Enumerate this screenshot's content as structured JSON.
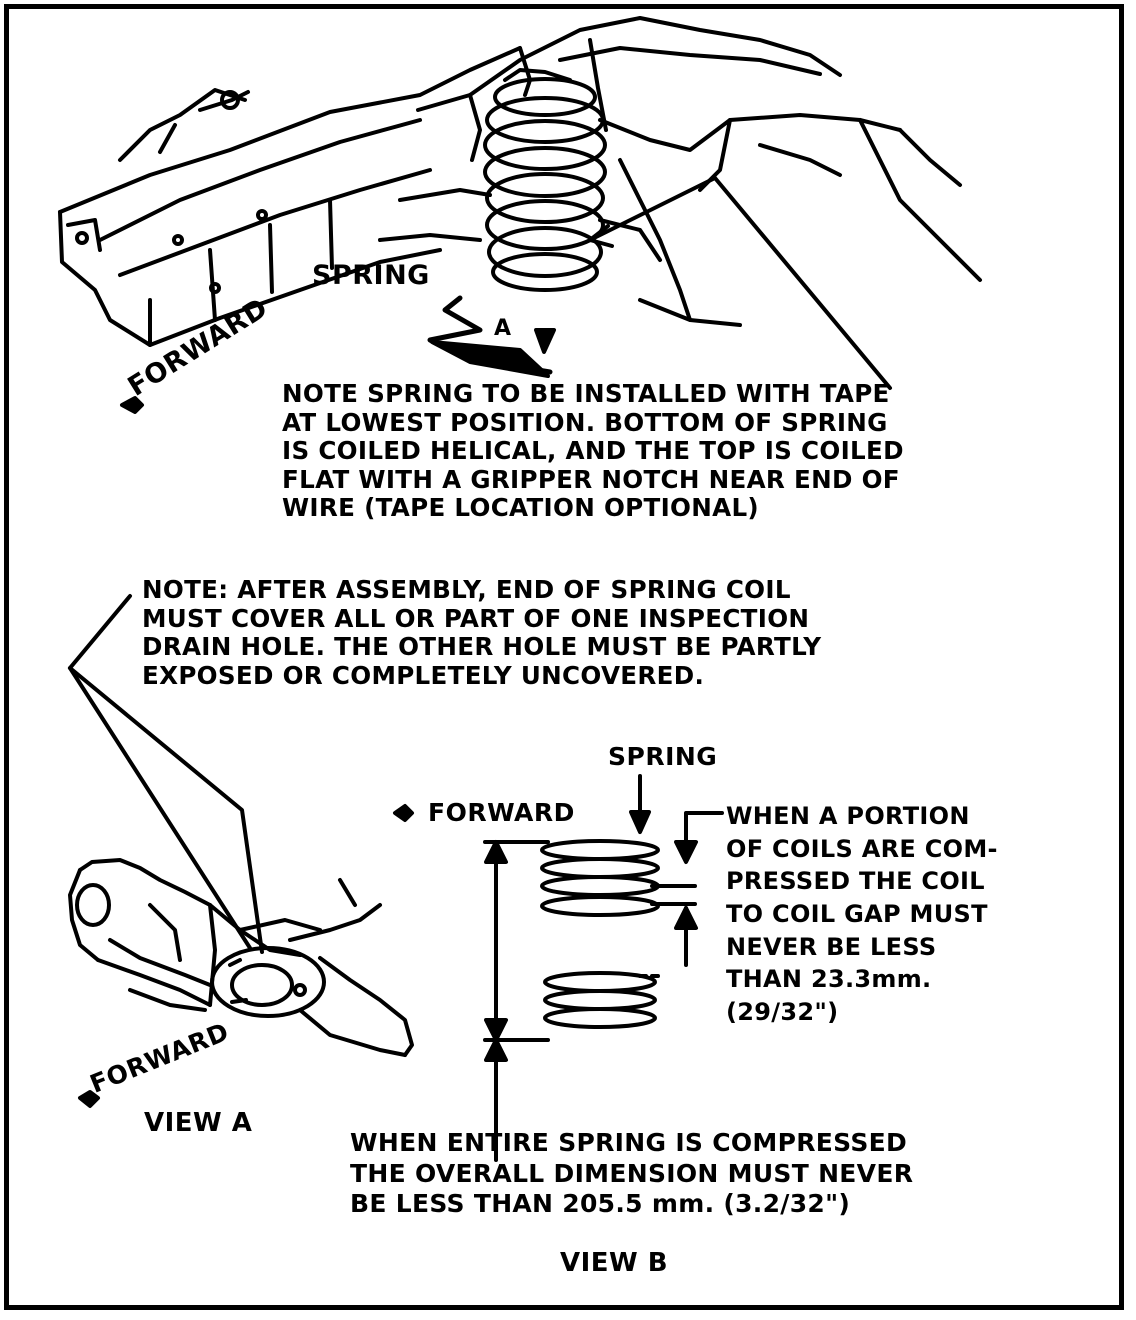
{
  "view_a_top": {
    "spring_label": "SPRING",
    "forward_label": "FORWARD",
    "view_marker": "A"
  },
  "note_1": {
    "lines": [
      "NOTE SPRING TO BE INSTALLED WITH TAPE",
      "AT LOWEST POSITION. BOTTOM OF SPRING",
      "IS COILED HELICAL, AND THE TOP IS COILED",
      "FLAT WITH A GRIPPER NOTCH NEAR END OF",
      "WIRE (TAPE LOCATION OPTIONAL)"
    ]
  },
  "note_2": {
    "lines": [
      "NOTE: AFTER ASSEMBLY, END OF SPRING COIL",
      "MUST COVER ALL OR PART OF ONE INSPECTION",
      "DRAIN HOLE. THE OTHER HOLE MUST BE PARTLY",
      "EXPOSED OR COMPLETELY UNCOVERED."
    ]
  },
  "view_a": {
    "forward_label": "FORWARD",
    "title": "VIEW A"
  },
  "view_b": {
    "spring_label": "SPRING",
    "forward_label": "FORWARD",
    "gap_note": [
      "WHEN A PORTION",
      " OF COILS ARE COM-",
      "PRESSED THE COIL",
      "TO COIL GAP MUST",
      "NEVER BE LESS",
      "THAN 23.3mm.",
      "(29/32\")"
    ],
    "overall_note": [
      "WHEN ENTIRE SPRING IS COMPRESSED",
      "THE OVERALL DIMENSION MUST NEVER",
      "BE LESS THAN 205.5 mm. (3.2/32\")"
    ],
    "title": "VIEW B"
  }
}
